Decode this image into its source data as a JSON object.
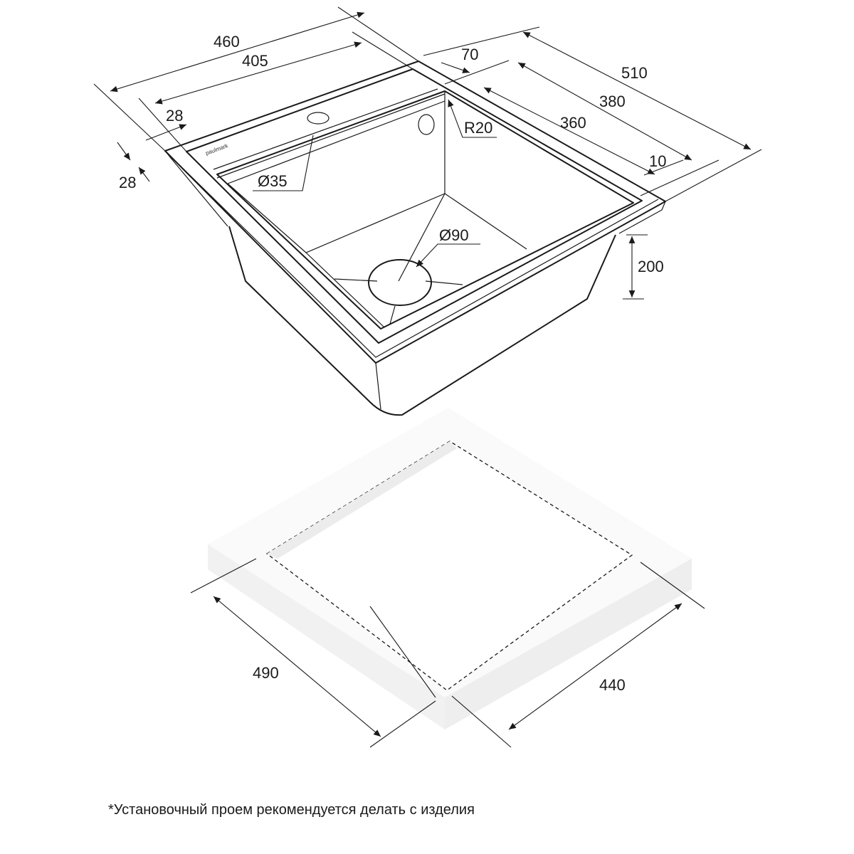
{
  "brand_logo": "paulmark",
  "sink_dimensions": {
    "overall_width": "460",
    "bowl_width": "405",
    "overall_depth": "510",
    "inner_depth": "380",
    "bowl_depth": "360",
    "back_shelf": "70",
    "side_rim_top": "28",
    "side_rim_front": "28",
    "front_rim": "10",
    "corner_radius": "R20",
    "tap_hole": "Ø35",
    "drain": "Ø90",
    "bowl_height": "200"
  },
  "cutout_dimensions": {
    "width": "490",
    "depth": "440"
  },
  "footnote": "*Установочный проем рекомендуется делать с изделия"
}
